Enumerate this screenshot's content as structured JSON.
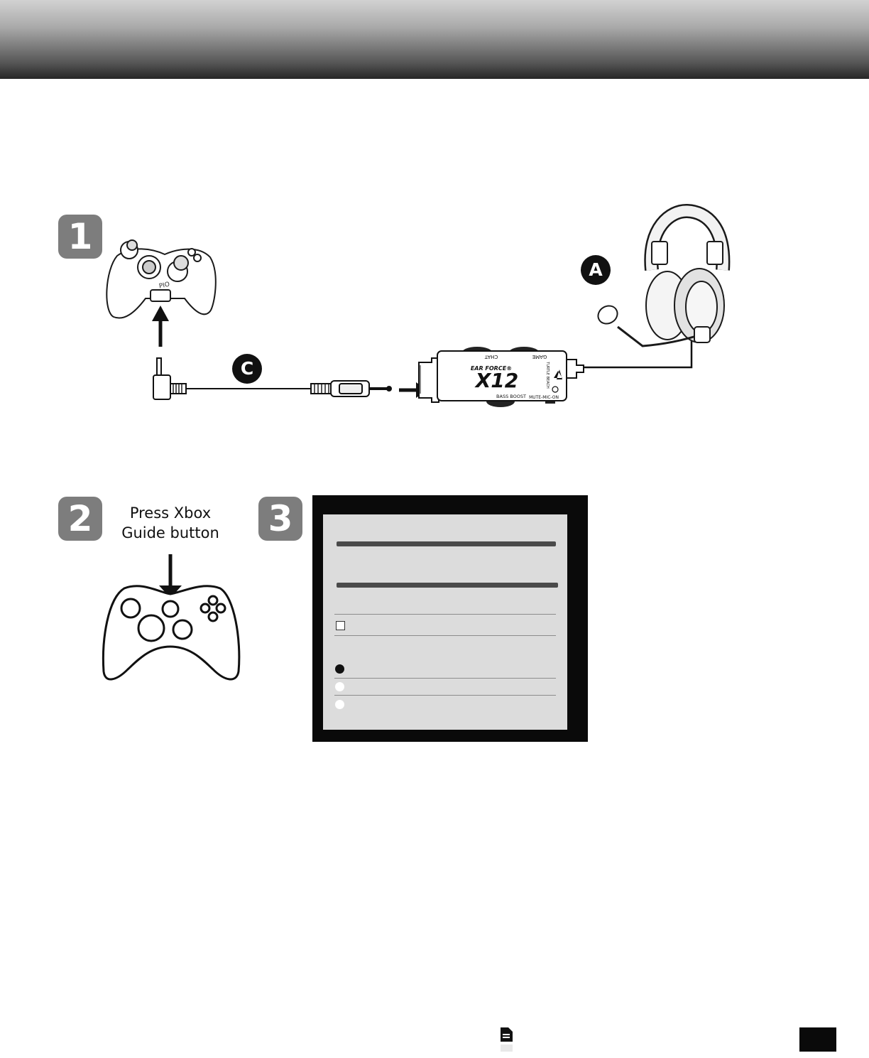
{
  "steps": [
    {
      "number": "1"
    },
    {
      "number": "2",
      "caption_lines": [
        "Press Xbox",
        "Guide button"
      ]
    },
    {
      "number": "3"
    }
  ],
  "callouts": {
    "a": "A",
    "c": "C"
  },
  "mixer": {
    "brand": "EAR FORCE®",
    "model": "X12",
    "labels": {
      "chat": "CHAT",
      "game": "GAME",
      "bass_boost": "BASS BOOST",
      "mute": "MUTE-MIC-ON",
      "maker": "TURTLE BEACH"
    }
  },
  "controller_label": "PIO",
  "screen_menu": {
    "checkbox_checked": false,
    "radio_selected_index": 0,
    "radio_count": 3
  },
  "icons": {
    "document": "document-icon"
  },
  "colors": {
    "badge": "#7d7d7d",
    "screen_frame": "#0a0a0a",
    "screen_panel": "#dcdcdc"
  }
}
